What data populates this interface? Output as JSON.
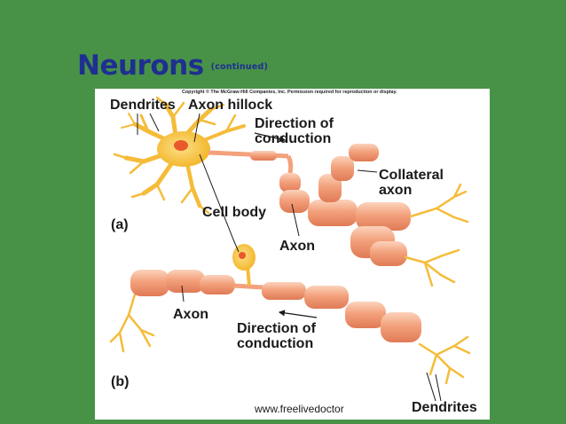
{
  "slide": {
    "title": "Neurons",
    "title_note": "(continued)"
  },
  "figure": {
    "copyright": "Copyright © The McGraw-Hill Companies, Inc. Permission required for reproduction or display.",
    "labels": {
      "dendrites_a": "Dendrites",
      "axon_hillock": "Axon hillock",
      "direction_a_line1": "Direction of",
      "direction_a_line2": "conduction",
      "collateral_line1": "Collateral",
      "collateral_line2": "axon",
      "part_a": "(a)",
      "cell_body": "Cell body",
      "axon_a": "Axon",
      "axon_b": "Axon",
      "direction_b_line1": "Direction of",
      "direction_b_line2": "conduction",
      "part_b": "(b)",
      "dendrites_b": "Dendrites"
    },
    "watermark": "www.freelivedoctor",
    "colors": {
      "background": "#489248",
      "title": "#1f2f8f",
      "myelin": "#f3a17c",
      "cell_body": "#f6c436"
    }
  }
}
